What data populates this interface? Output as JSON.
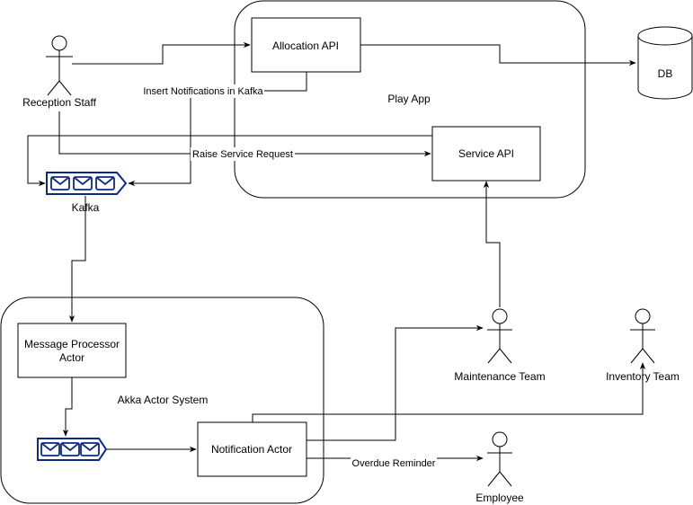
{
  "containers": {
    "play_app": "Play App",
    "akka_system": "Akka Actor System"
  },
  "boxes": {
    "allocation_api": "Allocation API",
    "service_api": "Service API",
    "message_processor_line1": "Message Processor",
    "message_processor_line2": "Actor",
    "notification_actor": "Notification Actor"
  },
  "actors": {
    "reception_staff": "Reception Staff",
    "maintenance_team": "Maintenance Team",
    "inventory_team": "Inventory Team",
    "employee": "Employee"
  },
  "database": "DB",
  "queues": {
    "kafka": "Kafka"
  },
  "edge_labels": {
    "insert_notifications": "Insert Notifications in Kafka",
    "raise_service_request": "Raise Service Request",
    "overdue_reminder": "Overdue Reminder"
  },
  "colors": {
    "queue_stroke": "#0b2a82",
    "line": "#000000"
  }
}
